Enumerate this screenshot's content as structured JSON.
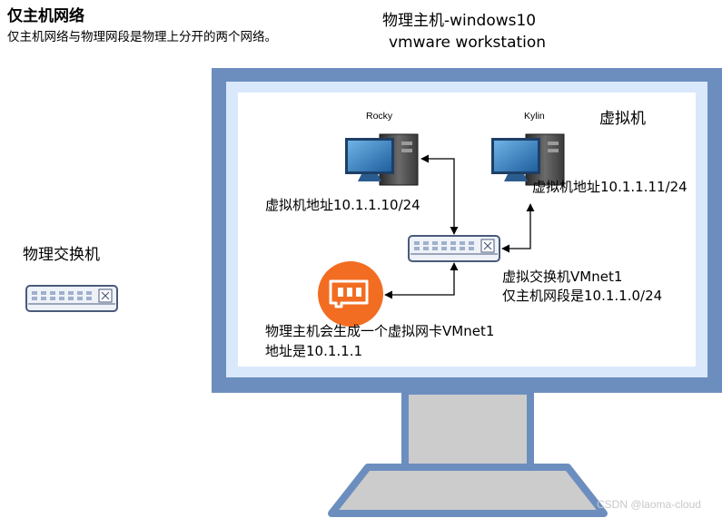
{
  "header": {
    "title": "仅主机网络",
    "subtitle": "仅主机网络与物理网段是物理上分开的两个网络。"
  },
  "host": {
    "line1": "物理主机-windows10",
    "line2": "vmware workstation"
  },
  "vm_area_label": "虚拟机",
  "physical_switch_label": "物理交换机",
  "vms": {
    "rocky": {
      "name": "Rocky",
      "address": "虚拟机地址10.1.1.10/24"
    },
    "kylin": {
      "name": "Kylin",
      "address": "虚拟机地址10.1.1.11/24"
    }
  },
  "vswitch": {
    "line1": "虚拟交换机VMnet1",
    "line2": "仅主机网段是10.1.1.0/24"
  },
  "vnic": {
    "line1": "物理主机会生成一个虚拟网卡VMnet1",
    "line2": "地址是10.1.1.1"
  },
  "watermark": "CSDN @laoma-cloud",
  "colors": {
    "monitor_frame": "#6c8ebf",
    "monitor_inner": "#dae8fc",
    "stand": "#cccccc",
    "nic_orange": "#f26d21",
    "switch_fill": "#eef2f8",
    "switch_stroke": "#4a5a7a"
  },
  "icons": {
    "computer": "computer-icon",
    "switch": "network-switch-icon",
    "nic": "network-card-icon"
  }
}
